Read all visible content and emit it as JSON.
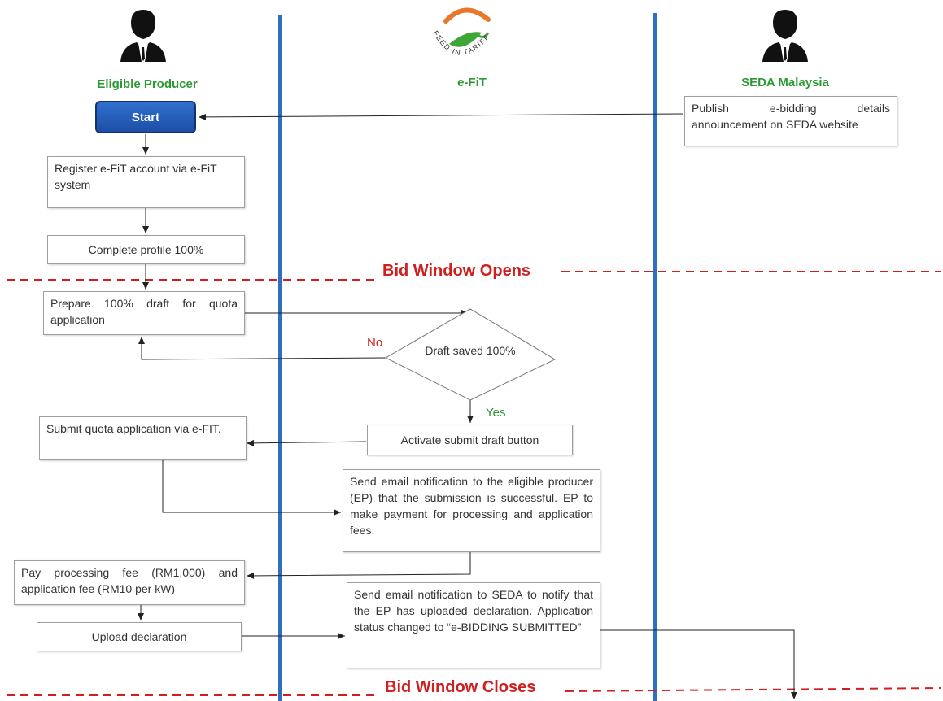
{
  "lanes": {
    "producer": "Eligible Producer",
    "efit": "e-FiT",
    "seda": "SEDA Malaysia"
  },
  "logo_text": "FEED-IN TARIFF",
  "start_label": "Start",
  "phases": {
    "opens": "Bid Window Opens",
    "closes": "Bid Window Closes"
  },
  "steps": {
    "publish": "Publish e-bidding details announcement on SEDA website",
    "register": "Register e-FiT account via e-FiT system",
    "complete_profile": "Complete profile 100%",
    "prepare_draft": "Prepare 100% draft for quota application",
    "decision": "Draft saved 100%",
    "no_label": "No",
    "yes_label": "Yes",
    "activate": "Activate submit draft button",
    "submit_quota": "Submit quota application via e-FIT.",
    "email_ep": "Send email notification to the eligible producer (EP) that the submission is successful. EP to make payment for processing and application fees.",
    "pay_fees": "Pay processing fee (RM1,000) and application fee (RM10 per kW)",
    "upload": "Upload declaration",
    "email_seda": "Send email notification to SEDA to notify that the EP has uploaded declaration. Application status changed to “e-BIDDING SUBMITTED”"
  },
  "colors": {
    "lane_divider": "#2f6fbf",
    "phase_red": "#d11f1f",
    "lane_title_green": "#2e9a35",
    "start_fill": "#1f56b3",
    "yes_green": "#2e9a35"
  },
  "icons": {
    "producer": "businessman-icon",
    "seda": "businessman-icon",
    "efit": "feed-in-tariff-logo"
  }
}
